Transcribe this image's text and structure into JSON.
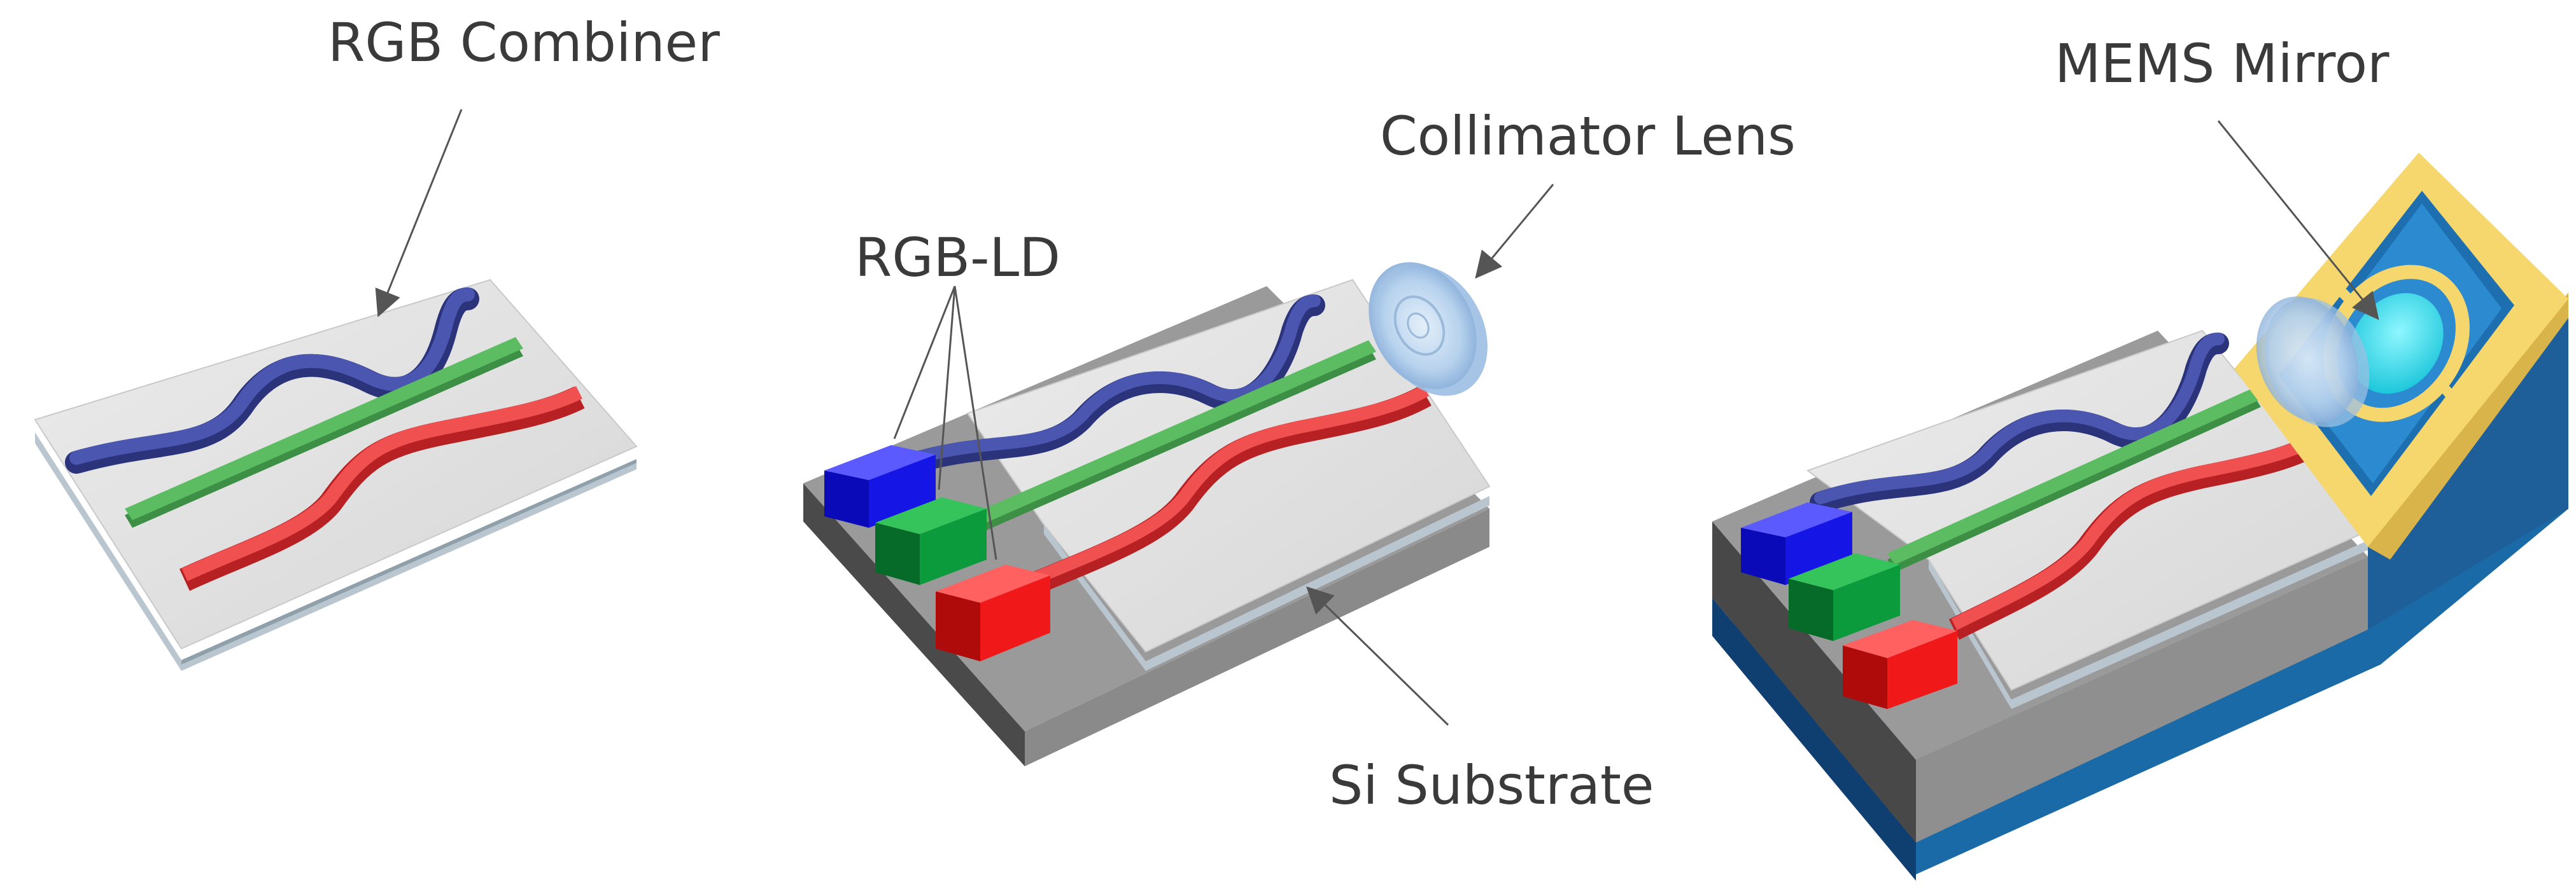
{
  "labels": {
    "rgb_combiner": "RGB Combiner",
    "rgb_ld": "RGB-LD",
    "collimator_lens": "Collimator Lens",
    "si_substrate": "Si Substrate",
    "mems_mirror": "MEMS Mirror"
  },
  "colors": {
    "chip_top": "#dcdcdc",
    "chip_edge": "#b8c4cc",
    "waveguide_blue": "#3a4599",
    "waveguide_green": "#4faa55",
    "waveguide_red": "#e8383a",
    "ld_blue": "#1010e0",
    "ld_green": "#0c9b3c",
    "ld_red": "#f01818",
    "substrate_top": "#9a9a9a",
    "substrate_side": "#555555",
    "mount_blue": "#1a6aa8",
    "mems_frame": "#f5d76e",
    "mems_mirror": "#3ae6f0",
    "leader": "#444444"
  }
}
